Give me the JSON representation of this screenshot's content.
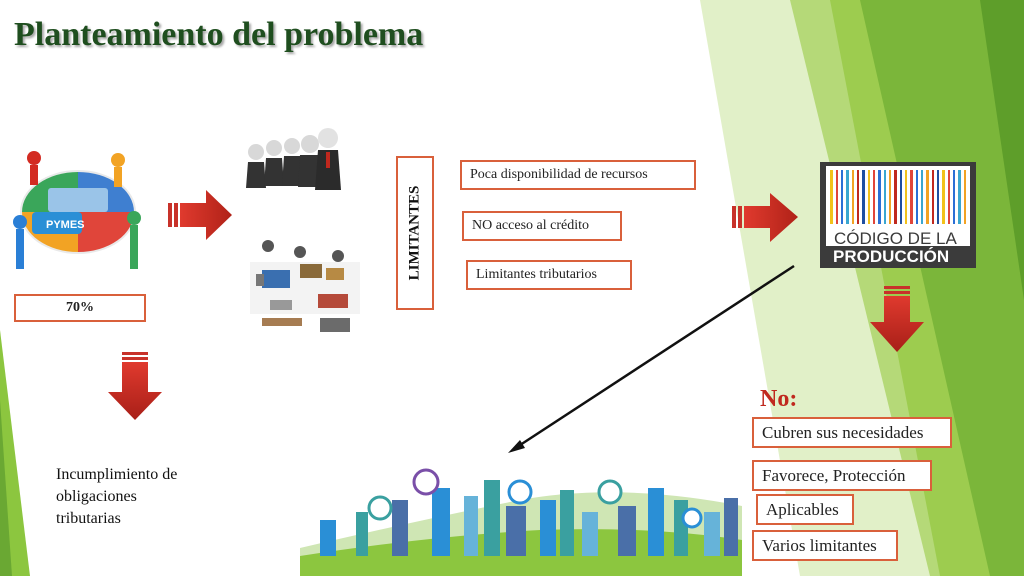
{
  "title": "Planteamiento del problema",
  "pymes_label": "PYMES",
  "percent": "70%",
  "limitantes_label": "LIMITANTES",
  "limitantes": [
    "Poca disponibilidad de recursos",
    "NO acceso al crédito",
    "Limitantes tributarios"
  ],
  "consequence": [
    "Incumplimiento de",
    "obligaciones",
    "tributarias"
  ],
  "logo": {
    "line1": "CÓDIGO DE LA",
    "line2": "PRODUCCIÓN"
  },
  "no_label": "No:",
  "no_items": [
    "Cubren sus necesidades",
    "Favorece, Protección",
    "Aplicables",
    "Varios limitantes"
  ],
  "colors": {
    "arrow": "#c8322a",
    "box_border": "#d9603b",
    "green": "#8cc63f",
    "title": "#1f4e1f"
  }
}
